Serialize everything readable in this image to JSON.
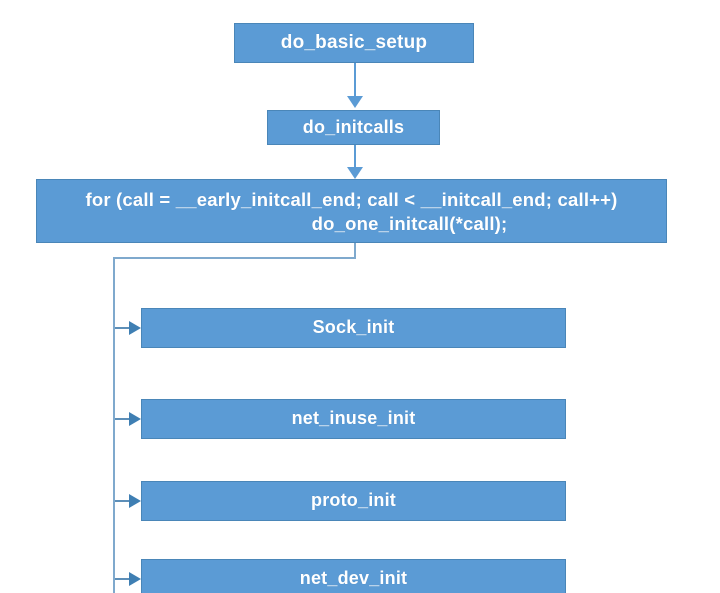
{
  "diagram": {
    "title_node": {
      "label": "do_basic_setup"
    },
    "second_node": {
      "label": "do_initcalls"
    },
    "loop_node": {
      "line1": "for (call = __early_initcall_end; call < __initcall_end; call++)",
      "line2": "do_one_initcall(*call);"
    },
    "initcall_items": [
      {
        "label": "Sock_init"
      },
      {
        "label": "net_inuse_init"
      },
      {
        "label": "proto_init"
      },
      {
        "label": "net_dev_init"
      }
    ],
    "colors": {
      "node_fill": "#5B9BD5",
      "node_border": "#4a86b8",
      "node_text": "#ffffff",
      "connector": "#5B9BD5",
      "arrow_head": "#3f7fb3",
      "background": "#ffffff"
    }
  }
}
